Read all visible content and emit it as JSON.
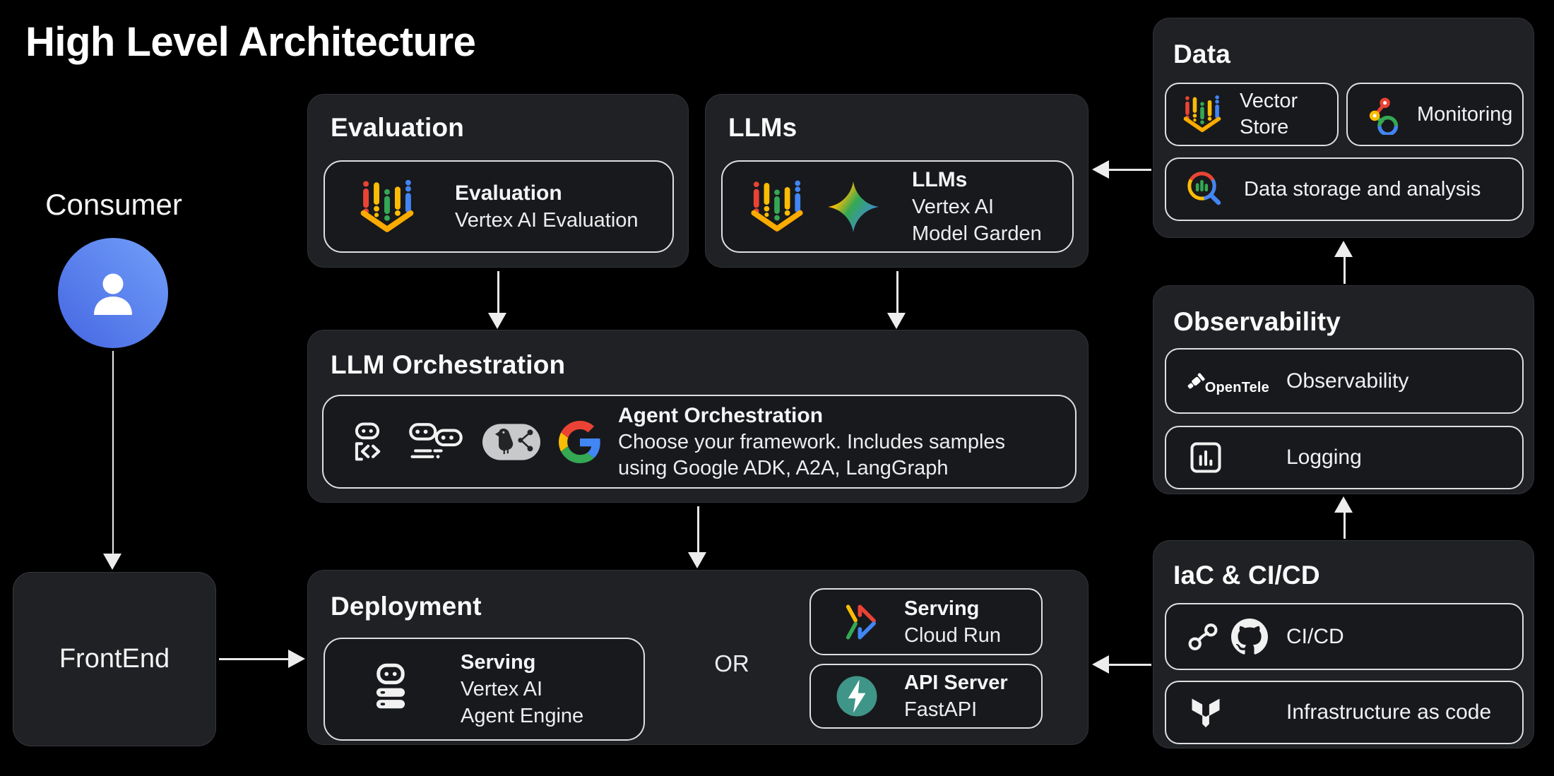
{
  "page": {
    "title": "High Level Architecture"
  },
  "consumer": {
    "label": "Consumer",
    "icon": "person-icon"
  },
  "frontend": {
    "label": "FrontEnd"
  },
  "evaluation": {
    "title": "Evaluation",
    "item": {
      "icon": "vertex-ai-icon",
      "name": "Evaluation",
      "desc": "Vertex AI Evaluation"
    }
  },
  "llms": {
    "title": "LLMs",
    "item": {
      "icons": [
        "vertex-ai-icon",
        "gemini-spark-icon"
      ],
      "name": "LLMs",
      "desc_lines": [
        "Vertex AI",
        "Model Garden"
      ]
    }
  },
  "orchestration": {
    "title": "LLM Orchestration",
    "item": {
      "icons": [
        "adk-robot-icon",
        "a2a-icon",
        "langgraph-icon",
        "google-g-icon"
      ],
      "name": "Agent Orchestration",
      "desc_lines": [
        "Choose your framework. Includes samples",
        "using Google ADK, A2A, LangGraph"
      ]
    }
  },
  "deployment": {
    "title": "Deployment",
    "or_label": "OR",
    "agent_engine": {
      "icon": "agent-engine-robot-server-icon",
      "name": "Serving",
      "desc_lines": [
        "Vertex AI",
        "Agent Engine"
      ]
    },
    "cloud_run": {
      "icon": "cloud-run-icon",
      "name": "Serving",
      "desc": "Cloud Run"
    },
    "fastapi": {
      "icon": "fastapi-icon",
      "name": "API Server",
      "desc": "FastAPI"
    }
  },
  "data": {
    "title": "Data",
    "vector_store": {
      "icon": "vertex-ai-icon",
      "label": "Vector Store"
    },
    "monitoring": {
      "icon": "cloud-monitoring-icon",
      "label": "Monitoring"
    },
    "storage": {
      "icon": "bigquery-icon",
      "label": "Data storage and analysis"
    }
  },
  "observability": {
    "title": "Observability",
    "otel": {
      "icon": "opentelemetry-telescope-icon",
      "icon_label": "OpenTele",
      "label": "Observability"
    },
    "logging": {
      "icon": "logging-icon",
      "label": "Logging"
    }
  },
  "iac": {
    "title": "IaC & CI/CD",
    "cicd": {
      "icons": [
        "pipeline-loop-icon",
        "github-icon"
      ],
      "label": "CI/CD"
    },
    "infra": {
      "icon": "terraform-icon",
      "label": "Infrastructure as code"
    }
  },
  "arrows": [
    {
      "from": "consumer",
      "to": "frontend",
      "direction": "down"
    },
    {
      "from": "frontend",
      "to": "deployment",
      "direction": "right"
    },
    {
      "from": "evaluation",
      "to": "llm-orchestration",
      "direction": "down"
    },
    {
      "from": "llms",
      "to": "llm-orchestration",
      "direction": "down"
    },
    {
      "from": "llm-orchestration",
      "to": "deployment",
      "direction": "down"
    },
    {
      "from": "data",
      "to": "llms",
      "direction": "left"
    },
    {
      "from": "iac-cicd",
      "to": "deployment",
      "direction": "left"
    },
    {
      "from": "observability",
      "to": "data",
      "direction": "up"
    },
    {
      "from": "iac-cicd",
      "to": "observability",
      "direction": "up"
    }
  ],
  "colors": {
    "background": "#000000",
    "card": "#1F2124",
    "pill": "#18191C",
    "pill_border": "#DEDFE0",
    "text": "#F2F3F4",
    "avatar_blue_light": "#729FF9",
    "avatar_blue_dark": "#4566E2",
    "google_red": "#EA4335",
    "google_yellow": "#FBBC04",
    "google_green": "#34A853",
    "google_blue": "#4285F4",
    "chevron_yellow": "#F9AB00",
    "fastapi_teal": "#3F9587",
    "langgraph_gray": "#C8C9CA"
  }
}
